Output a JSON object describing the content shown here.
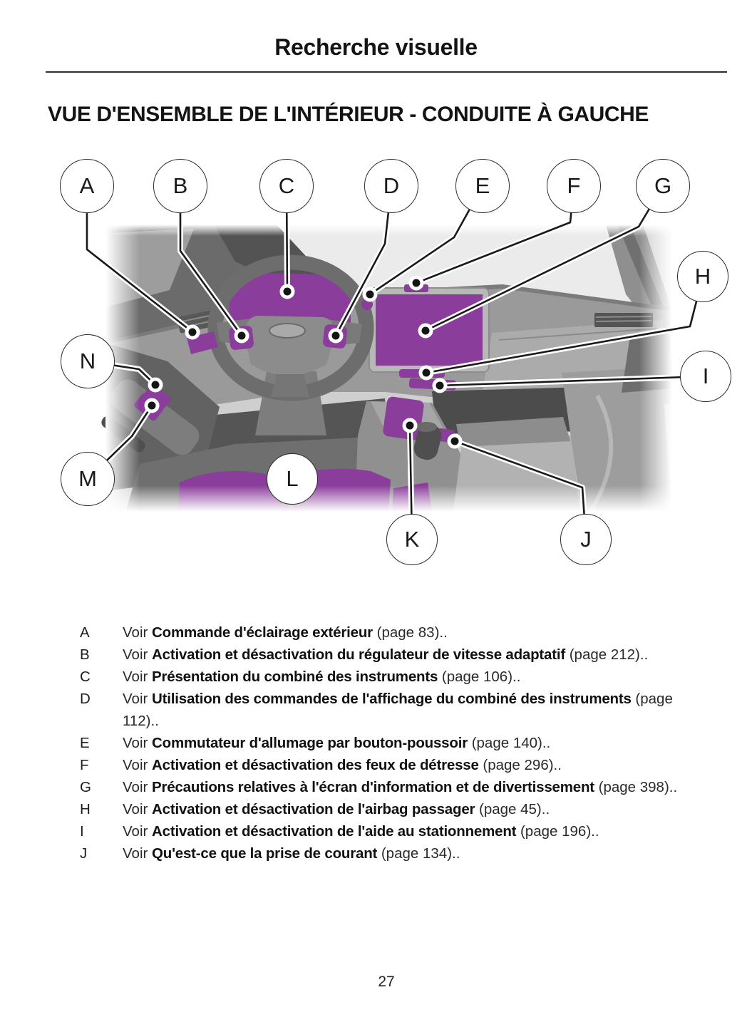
{
  "header": {
    "title": "Recherche visuelle"
  },
  "section_heading": "VUE D'ENSEMBLE DE L'INTÉRIEUR - CONDUITE À GAUCHE",
  "figure": {
    "description": "Vue intérieure du véhicule avec zones en surbrillance",
    "highlight_color": "#8a3d9b",
    "callouts": [
      {
        "letter": "A"
      },
      {
        "letter": "B"
      },
      {
        "letter": "C"
      },
      {
        "letter": "D"
      },
      {
        "letter": "E"
      },
      {
        "letter": "F"
      },
      {
        "letter": "G"
      },
      {
        "letter": "H"
      },
      {
        "letter": "I"
      },
      {
        "letter": "J"
      },
      {
        "letter": "K"
      },
      {
        "letter": "L"
      },
      {
        "letter": "M"
      },
      {
        "letter": "N"
      }
    ]
  },
  "legend": {
    "items": [
      {
        "letter": "A",
        "see": "Voir",
        "title": "Commande d'éclairage extérieur",
        "ref": "(page 83).."
      },
      {
        "letter": "B",
        "see": "Voir",
        "title": "Activation et désactivation du régulateur de vitesse adaptatif",
        "ref": "(page 212).."
      },
      {
        "letter": "C",
        "see": "Voir",
        "title": "Présentation du combiné des instruments",
        "ref": "(page 106).."
      },
      {
        "letter": "D",
        "see": "Voir",
        "title": "Utilisation des commandes de l'affichage du combiné des instruments",
        "ref": "(page 112).."
      },
      {
        "letter": "E",
        "see": "Voir",
        "title": "Commutateur d'allumage par bouton-poussoir",
        "ref": "(page 140).."
      },
      {
        "letter": "F",
        "see": "Voir",
        "title": "Activation et désactivation des feux de détresse",
        "ref": "(page 296).."
      },
      {
        "letter": "G",
        "see": "Voir",
        "title": "Précautions relatives à l'écran d'information et de divertissement",
        "ref": "(page 398).."
      },
      {
        "letter": "H",
        "see": "Voir",
        "title": "Activation et désactivation de l'airbag passager",
        "ref": "(page 45).."
      },
      {
        "letter": "I",
        "see": "Voir",
        "title": "Activation et désactivation de l'aide au stationnement",
        "ref": "(page 196).."
      },
      {
        "letter": "J",
        "see": "Voir",
        "title": "Qu'est-ce que la prise de courant",
        "ref": "(page 134).."
      }
    ]
  },
  "footer": {
    "page_number": "27"
  }
}
